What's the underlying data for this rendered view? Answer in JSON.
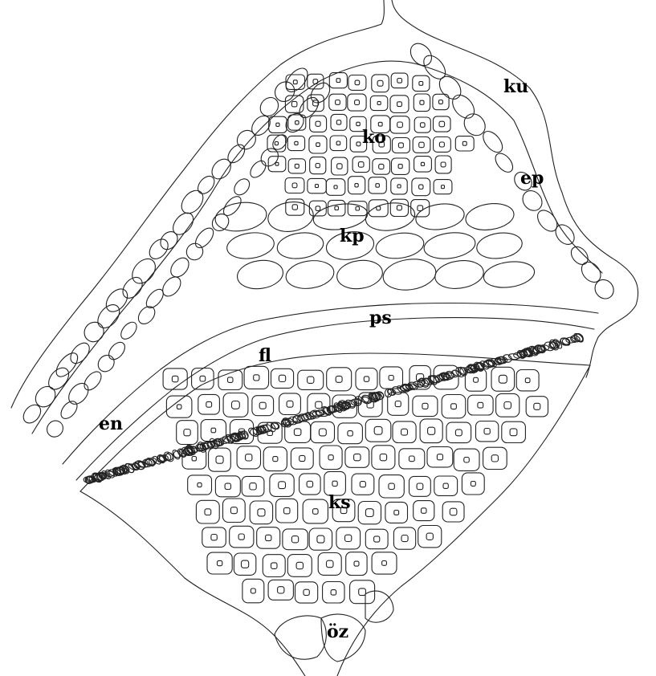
{
  "diagram": {
    "labels": {
      "ku": "ku",
      "ko": "ko",
      "ep": "ep",
      "kp": "kp",
      "ps": "ps",
      "fl": "fl",
      "en": "en",
      "ks": "ks",
      "oz": "öz"
    }
  }
}
